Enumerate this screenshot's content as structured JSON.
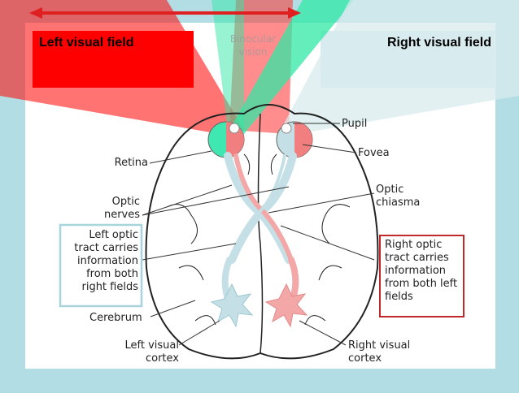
{
  "header": {
    "left_field": "Left visual field",
    "right_field": "Right visual field",
    "binocular": "Binocular vision"
  },
  "labels": {
    "pupil": "Pupil",
    "retina": "Retina",
    "fovea": "Fovea",
    "optic_nerves": "Optic nerves",
    "optic_chiasma": "Optic chiasma",
    "left_tract": "Left optic tract carries information from both right fields",
    "right_tract": "Right optic tract carries information from both left fields",
    "cerebrum": "Cerebrum",
    "left_cortex": "Left visual cortex",
    "right_cortex": "Right visual cortex"
  },
  "colors": {
    "background": "#b3dde5",
    "panel": "#ffffff",
    "left_field": "#ff0000",
    "right_field": "#d8ebee",
    "green_beam": "#3ee8b0",
    "arrow": "#e02020",
    "left_box_border": "#a8d4dc",
    "right_box_border": "#c0282c",
    "red_pathway": "#f3a7a7",
    "blue_pathway": "#c4e0e6"
  }
}
